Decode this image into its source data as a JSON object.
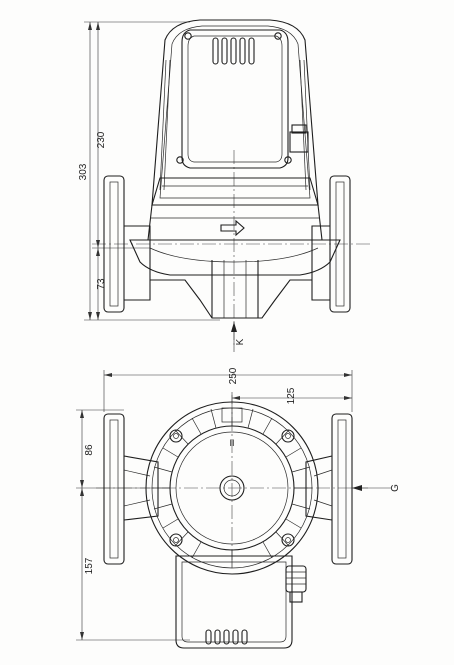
{
  "dimensions": {
    "d230": "230",
    "d303": "303",
    "d73": "73",
    "d250": "250",
    "d125": "125",
    "d86": "86",
    "d157": "157"
  },
  "views": {
    "arrow_k": "K",
    "arrow_g": "G",
    "nameplate_mark": "II"
  }
}
